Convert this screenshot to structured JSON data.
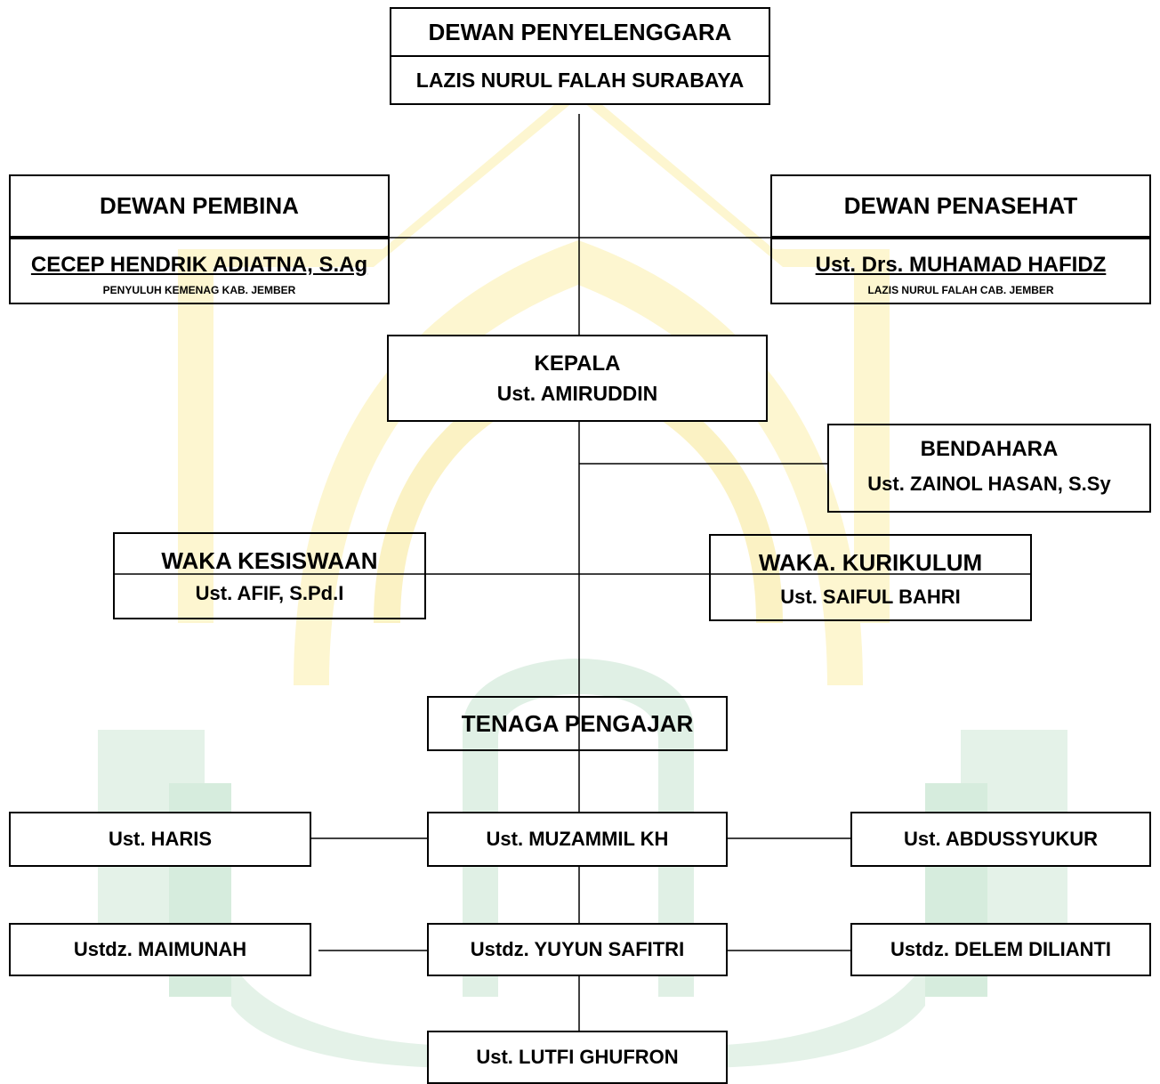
{
  "colors": {
    "watermark_yellow": "#fdf6d0",
    "watermark_green": "#e3f2e8",
    "line": "#000000"
  },
  "org": {
    "penyelenggara": {
      "title": "DEWAN PENYELENGGARA",
      "name": "LAZIS NURUL FALAH SURABAYA"
    },
    "pembina": {
      "title": "DEWAN PEMBINA",
      "name": "CECEP HENDRIK ADIATNA, S.Ag",
      "position": "PENYULUH KEMENAG KAB. JEMBER"
    },
    "penasehat": {
      "title": "DEWAN PENASEHAT",
      "name": "Ust. Drs. MUHAMAD HAFIDZ",
      "position": "LAZIS NURUL FALAH CAB. JEMBER"
    },
    "kepala": {
      "title": "KEPALA",
      "name": "Ust. AMIRUDDIN"
    },
    "bendahara": {
      "title": "BENDAHARA",
      "name": "Ust. ZAINOL HASAN, S.Sy"
    },
    "waka_kesiswaan": {
      "title": "WAKA KESISWAAN",
      "name": "Ust. AFIF, S.Pd.I"
    },
    "waka_kurikulum": {
      "title": "WAKA. KURIKULUM",
      "name": "Ust. SAIFUL BAHRI"
    },
    "tenaga_pengajar": {
      "title": "TENAGA PENGAJAR"
    },
    "pengajar": {
      "haris": "Ust. HARIS",
      "muzammil": "Ust. MUZAMMIL KH",
      "abdussyukur": "Ust. ABDUSSYUKUR",
      "maimunah": "Ustdz. MAIMUNAH",
      "yuyun": "Ustdz. YUYUN SAFITRI",
      "delem": "Ustdz. DELEM DILIANTI",
      "lutfi": "Ust. LUTFI GHUFRON"
    }
  }
}
